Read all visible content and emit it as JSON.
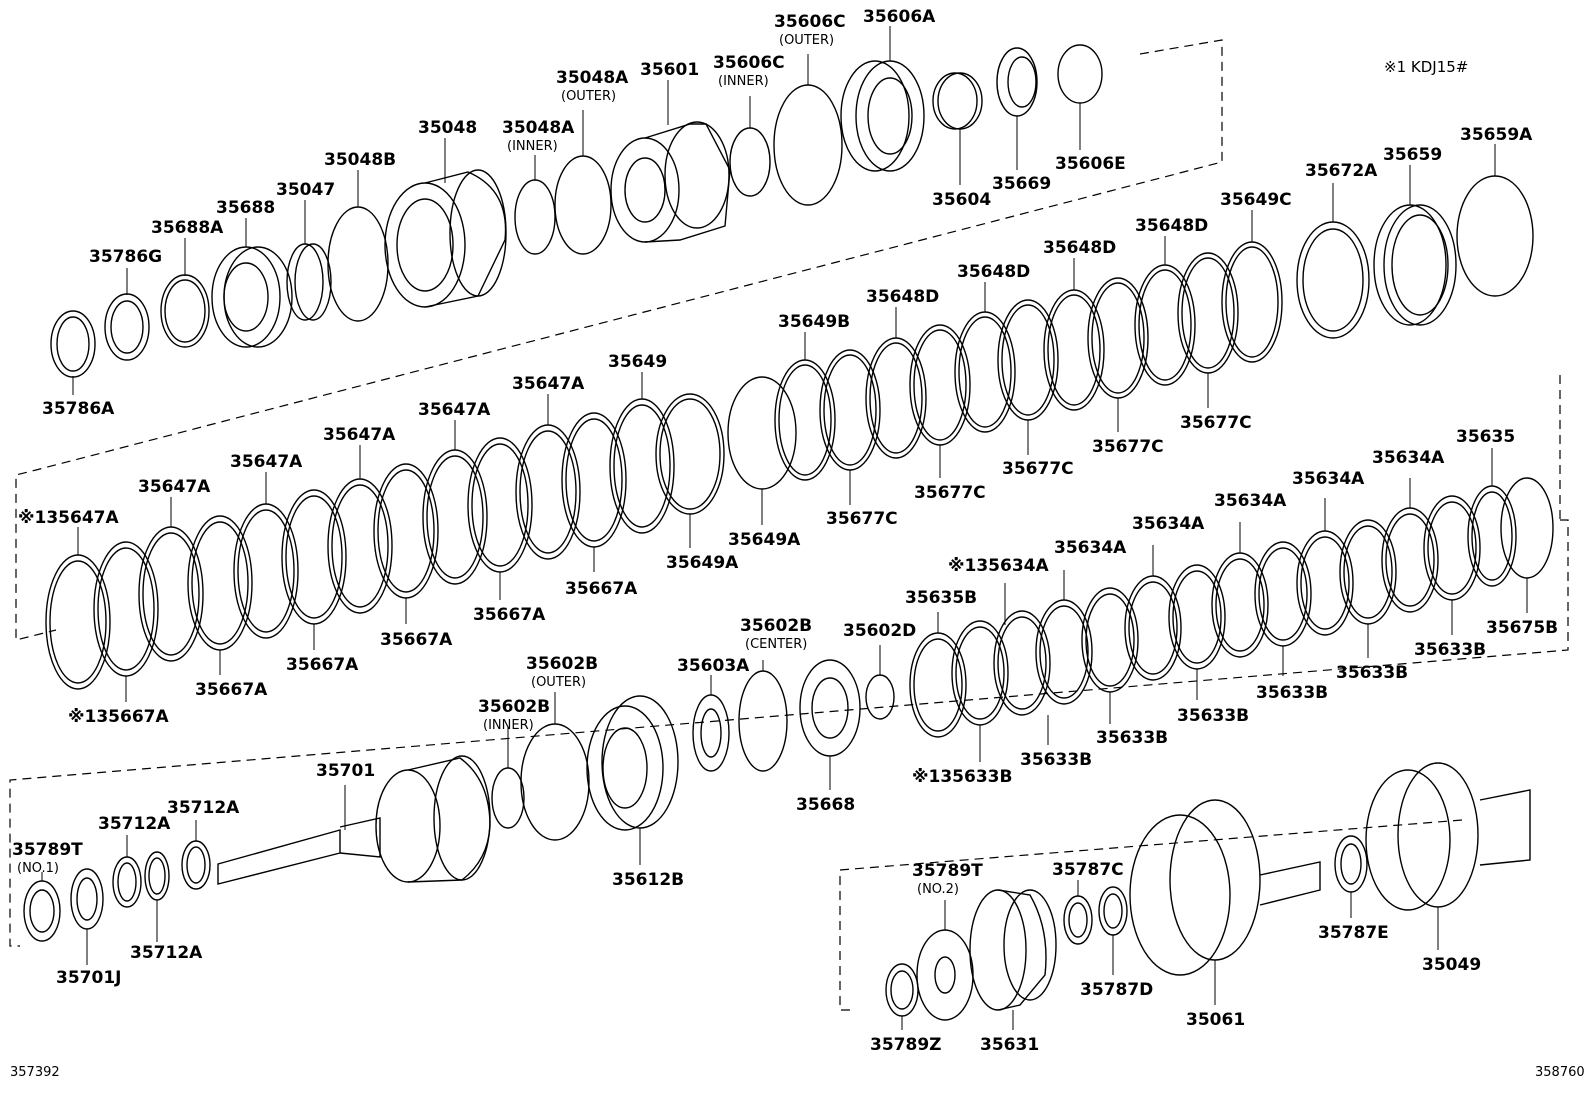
{
  "note": "※1 KDJ15#",
  "corner_left": "357392",
  "corner_right": "358760",
  "parts": [
    {
      "id": "35786A",
      "label": "35786A",
      "sub": ""
    },
    {
      "id": "35786G",
      "label": "35786G",
      "sub": ""
    },
    {
      "id": "35688A",
      "label": "35688A",
      "sub": ""
    },
    {
      "id": "35688",
      "label": "35688",
      "sub": ""
    },
    {
      "id": "35047",
      "label": "35047",
      "sub": ""
    },
    {
      "id": "35048B",
      "label": "35048B",
      "sub": ""
    },
    {
      "id": "35048",
      "label": "35048",
      "sub": ""
    },
    {
      "id": "35048A-inner",
      "label": "35048A",
      "sub": "(INNER)"
    },
    {
      "id": "35048A-outer",
      "label": "35048A",
      "sub": "(OUTER)"
    },
    {
      "id": "35601",
      "label": "35601",
      "sub": ""
    },
    {
      "id": "35606C-inner",
      "label": "35606C",
      "sub": "(INNER)"
    },
    {
      "id": "35606C-outer",
      "label": "35606C",
      "sub": "(OUTER)"
    },
    {
      "id": "35606A",
      "label": "35606A",
      "sub": ""
    },
    {
      "id": "35604",
      "label": "35604",
      "sub": ""
    },
    {
      "id": "35669",
      "label": "35669",
      "sub": ""
    },
    {
      "id": "35606E",
      "label": "35606E",
      "sub": ""
    },
    {
      "id": "35672A",
      "label": "35672A",
      "sub": ""
    },
    {
      "id": "35659",
      "label": "35659",
      "sub": ""
    },
    {
      "id": "35659A",
      "label": "35659A",
      "sub": ""
    },
    {
      "id": "35649C",
      "label": "35649C",
      "sub": ""
    },
    {
      "id": "35648D-1",
      "label": "35648D",
      "sub": ""
    },
    {
      "id": "35648D-2",
      "label": "35648D",
      "sub": ""
    },
    {
      "id": "35648D-3",
      "label": "35648D",
      "sub": ""
    },
    {
      "id": "35648D-4",
      "label": "35648D",
      "sub": ""
    },
    {
      "id": "35649B",
      "label": "35649B",
      "sub": ""
    },
    {
      "id": "35649",
      "label": "35649",
      "sub": ""
    },
    {
      "id": "35647A-1",
      "label": "35647A",
      "sub": ""
    },
    {
      "id": "35647A-2",
      "label": "35647A",
      "sub": ""
    },
    {
      "id": "35647A-3",
      "label": "35647A",
      "sub": ""
    },
    {
      "id": "35647A-4",
      "label": "35647A",
      "sub": ""
    },
    {
      "id": "35647A-5",
      "label": "35647A",
      "sub": ""
    },
    {
      "id": "35647A-6",
      "label": "※135647A",
      "sub": ""
    },
    {
      "id": "35677C-1",
      "label": "35677C",
      "sub": ""
    },
    {
      "id": "35677C-2",
      "label": "35677C",
      "sub": ""
    },
    {
      "id": "35677C-3",
      "label": "35677C",
      "sub": ""
    },
    {
      "id": "35677C-4",
      "label": "35677C",
      "sub": ""
    },
    {
      "id": "35677C-5",
      "label": "35677C",
      "sub": ""
    },
    {
      "id": "35649A-1",
      "label": "35649A",
      "sub": ""
    },
    {
      "id": "35649A-2",
      "label": "35649A",
      "sub": ""
    },
    {
      "id": "35667A-1",
      "label": "35667A",
      "sub": ""
    },
    {
      "id": "35667A-2",
      "label": "35667A",
      "sub": ""
    },
    {
      "id": "35667A-3",
      "label": "35667A",
      "sub": ""
    },
    {
      "id": "35667A-4",
      "label": "35667A",
      "sub": ""
    },
    {
      "id": "35667A-5",
      "label": "35667A",
      "sub": ""
    },
    {
      "id": "35667A-6",
      "label": "※135667A",
      "sub": ""
    },
    {
      "id": "35635",
      "label": "35635",
      "sub": ""
    },
    {
      "id": "35675B",
      "label": "35675B",
      "sub": ""
    },
    {
      "id": "35634A-1",
      "label": "35634A",
      "sub": ""
    },
    {
      "id": "35634A-2",
      "label": "35634A",
      "sub": ""
    },
    {
      "id": "35634A-3",
      "label": "35634A",
      "sub": ""
    },
    {
      "id": "35634A-4",
      "label": "35634A",
      "sub": ""
    },
    {
      "id": "35634A-5",
      "label": "35634A",
      "sub": ""
    },
    {
      "id": "35634A-6",
      "label": "※135634A",
      "sub": ""
    },
    {
      "id": "35633B-1",
      "label": "35633B",
      "sub": ""
    },
    {
      "id": "35633B-2",
      "label": "35633B",
      "sub": ""
    },
    {
      "id": "35633B-3",
      "label": "35633B",
      "sub": ""
    },
    {
      "id": "35633B-4",
      "label": "35633B",
      "sub": ""
    },
    {
      "id": "35633B-5",
      "label": "35633B",
      "sub": ""
    },
    {
      "id": "35633B-6",
      "label": "35633B",
      "sub": ""
    },
    {
      "id": "35633B-7",
      "label": "※135633B",
      "sub": ""
    },
    {
      "id": "35635B",
      "label": "35635B",
      "sub": ""
    },
    {
      "id": "35602D",
      "label": "35602D",
      "sub": ""
    },
    {
      "id": "35602B-center",
      "label": "35602B",
      "sub": "(CENTER)"
    },
    {
      "id": "35603A",
      "label": "35603A",
      "sub": ""
    },
    {
      "id": "35602B-outer",
      "label": "35602B",
      "sub": "(OUTER)"
    },
    {
      "id": "35602B-inner",
      "label": "35602B",
      "sub": "(INNER)"
    },
    {
      "id": "35668",
      "label": "35668",
      "sub": ""
    },
    {
      "id": "35612B",
      "label": "35612B",
      "sub": ""
    },
    {
      "id": "35701",
      "label": "35701",
      "sub": ""
    },
    {
      "id": "35712A-1",
      "label": "35712A",
      "sub": ""
    },
    {
      "id": "35712A-2",
      "label": "35712A",
      "sub": ""
    },
    {
      "id": "35712A-3",
      "label": "35712A",
      "sub": ""
    },
    {
      "id": "35789T-1",
      "label": "35789T",
      "sub": "(NO.1)"
    },
    {
      "id": "35701J",
      "label": "35701J",
      "sub": ""
    },
    {
      "id": "35789T-2",
      "label": "35789T",
      "sub": "(NO.2)"
    },
    {
      "id": "35787C",
      "label": "35787C",
      "sub": ""
    },
    {
      "id": "35787E",
      "label": "35787E",
      "sub": ""
    },
    {
      "id": "35049",
      "label": "35049",
      "sub": ""
    },
    {
      "id": "35787D",
      "label": "35787D",
      "sub": ""
    },
    {
      "id": "35061",
      "label": "35061",
      "sub": ""
    },
    {
      "id": "35631",
      "label": "35631",
      "sub": ""
    },
    {
      "id": "35789Z",
      "label": "35789Z",
      "sub": ""
    }
  ]
}
